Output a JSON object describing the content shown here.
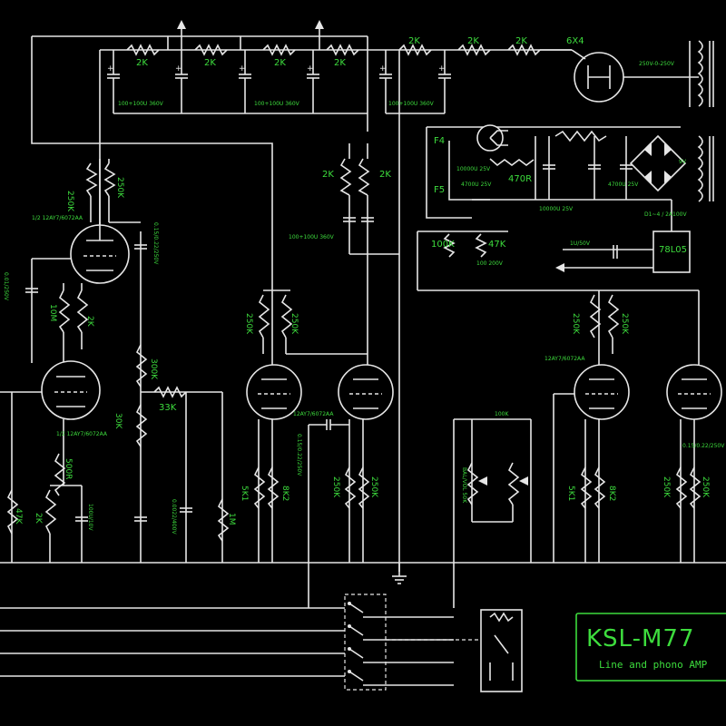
{
  "title": {
    "main": "KSL-M77",
    "subtitle": "Line and phono AMP"
  },
  "labels": {
    "r_2k_a": "2K",
    "r_2k_b": "2K",
    "r_2k_c": "2K",
    "r_2k_d": "2K",
    "r_2k_top1": "2K",
    "r_2k_top2": "2K",
    "r_2k_top3": "2K",
    "cap_bank1": "100+100U 360V",
    "cap_bank2": "100+100U 360V",
    "cap_bank3": "100+100U 360V",
    "cap_bank4": "100+100U 360V",
    "rect_tube": "6X4",
    "transformer_hv": "250V-0-250V",
    "r_250k_left": "250K",
    "r_250k_left2": "250K",
    "tube1_type": "1/2 12AY7/6072AA",
    "cap_015_left": "0.15/0.22/250V",
    "cap_001": "0.01/250V",
    "r_10m": "10M",
    "r_2k_cath": "2K",
    "r_300k": "300K",
    "r_33k": "33K",
    "r_30k": "30K",
    "tube2_type": "1/2 12AY7/6072AA",
    "r_500r": "500R",
    "cap_100u": "100U/10V",
    "r_47k": "47K",
    "r_2k_low": "2K",
    "cap_0022": "0.0022/400V",
    "r_1m": "1M",
    "r_250k_mid1": "250K",
    "r_250k_mid2": "250K",
    "tube3_type": "12AY7/6072AA",
    "cap_015_mid": "0.15/0.22/250V",
    "r_5k1_mid": "5K1",
    "r_8k2_mid": "8K2",
    "r_250k_mid3": "250K",
    "r_250k_mid4": "250K",
    "r_2k_psu1": "2K",
    "r_2k_psu2": "2K",
    "f4": "F4",
    "f5": "F5",
    "cap_10000u": "10000U 25V",
    "cap_4700u": "4700U 25V",
    "r_470r": "470R",
    "cap_10000u_b": "10000U 25V",
    "cap_4700u_b": "4700U 25V",
    "diodes": "D1~4 / 2A100V",
    "transformer_lv": "9V",
    "reg": "78L05",
    "cap_1u": "1U/50V",
    "r_100k": "100K",
    "r_47k_psu": "47K",
    "cap_100_200": "100 200V",
    "r_250k_right1": "250K",
    "r_250k_right2": "250K",
    "tube5_type": "12AY7/6072AA",
    "pot_100k": "100K",
    "pot_label": "BAL/VOL 50K",
    "r_5k1_right": "5K1",
    "r_8k2_right": "8K2",
    "r_250k_right3": "250K",
    "r_250k_right4": "250K",
    "cap_015_right": "0.15/0.22/250V"
  }
}
